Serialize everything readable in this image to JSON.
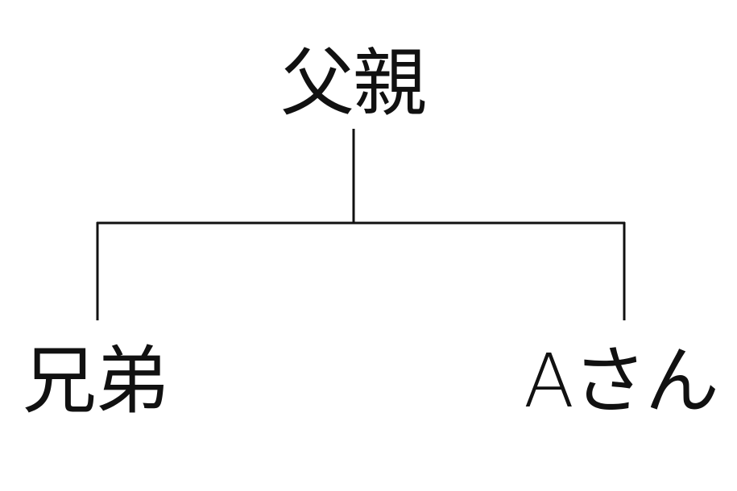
{
  "diagram": {
    "type": "family-tree",
    "parent": {
      "label": "父親"
    },
    "children": [
      {
        "label": "兄弟"
      },
      {
        "label": "Aさん"
      }
    ],
    "colors": {
      "line": "#111111",
      "text": "#111111",
      "background": "#ffffff"
    }
  }
}
